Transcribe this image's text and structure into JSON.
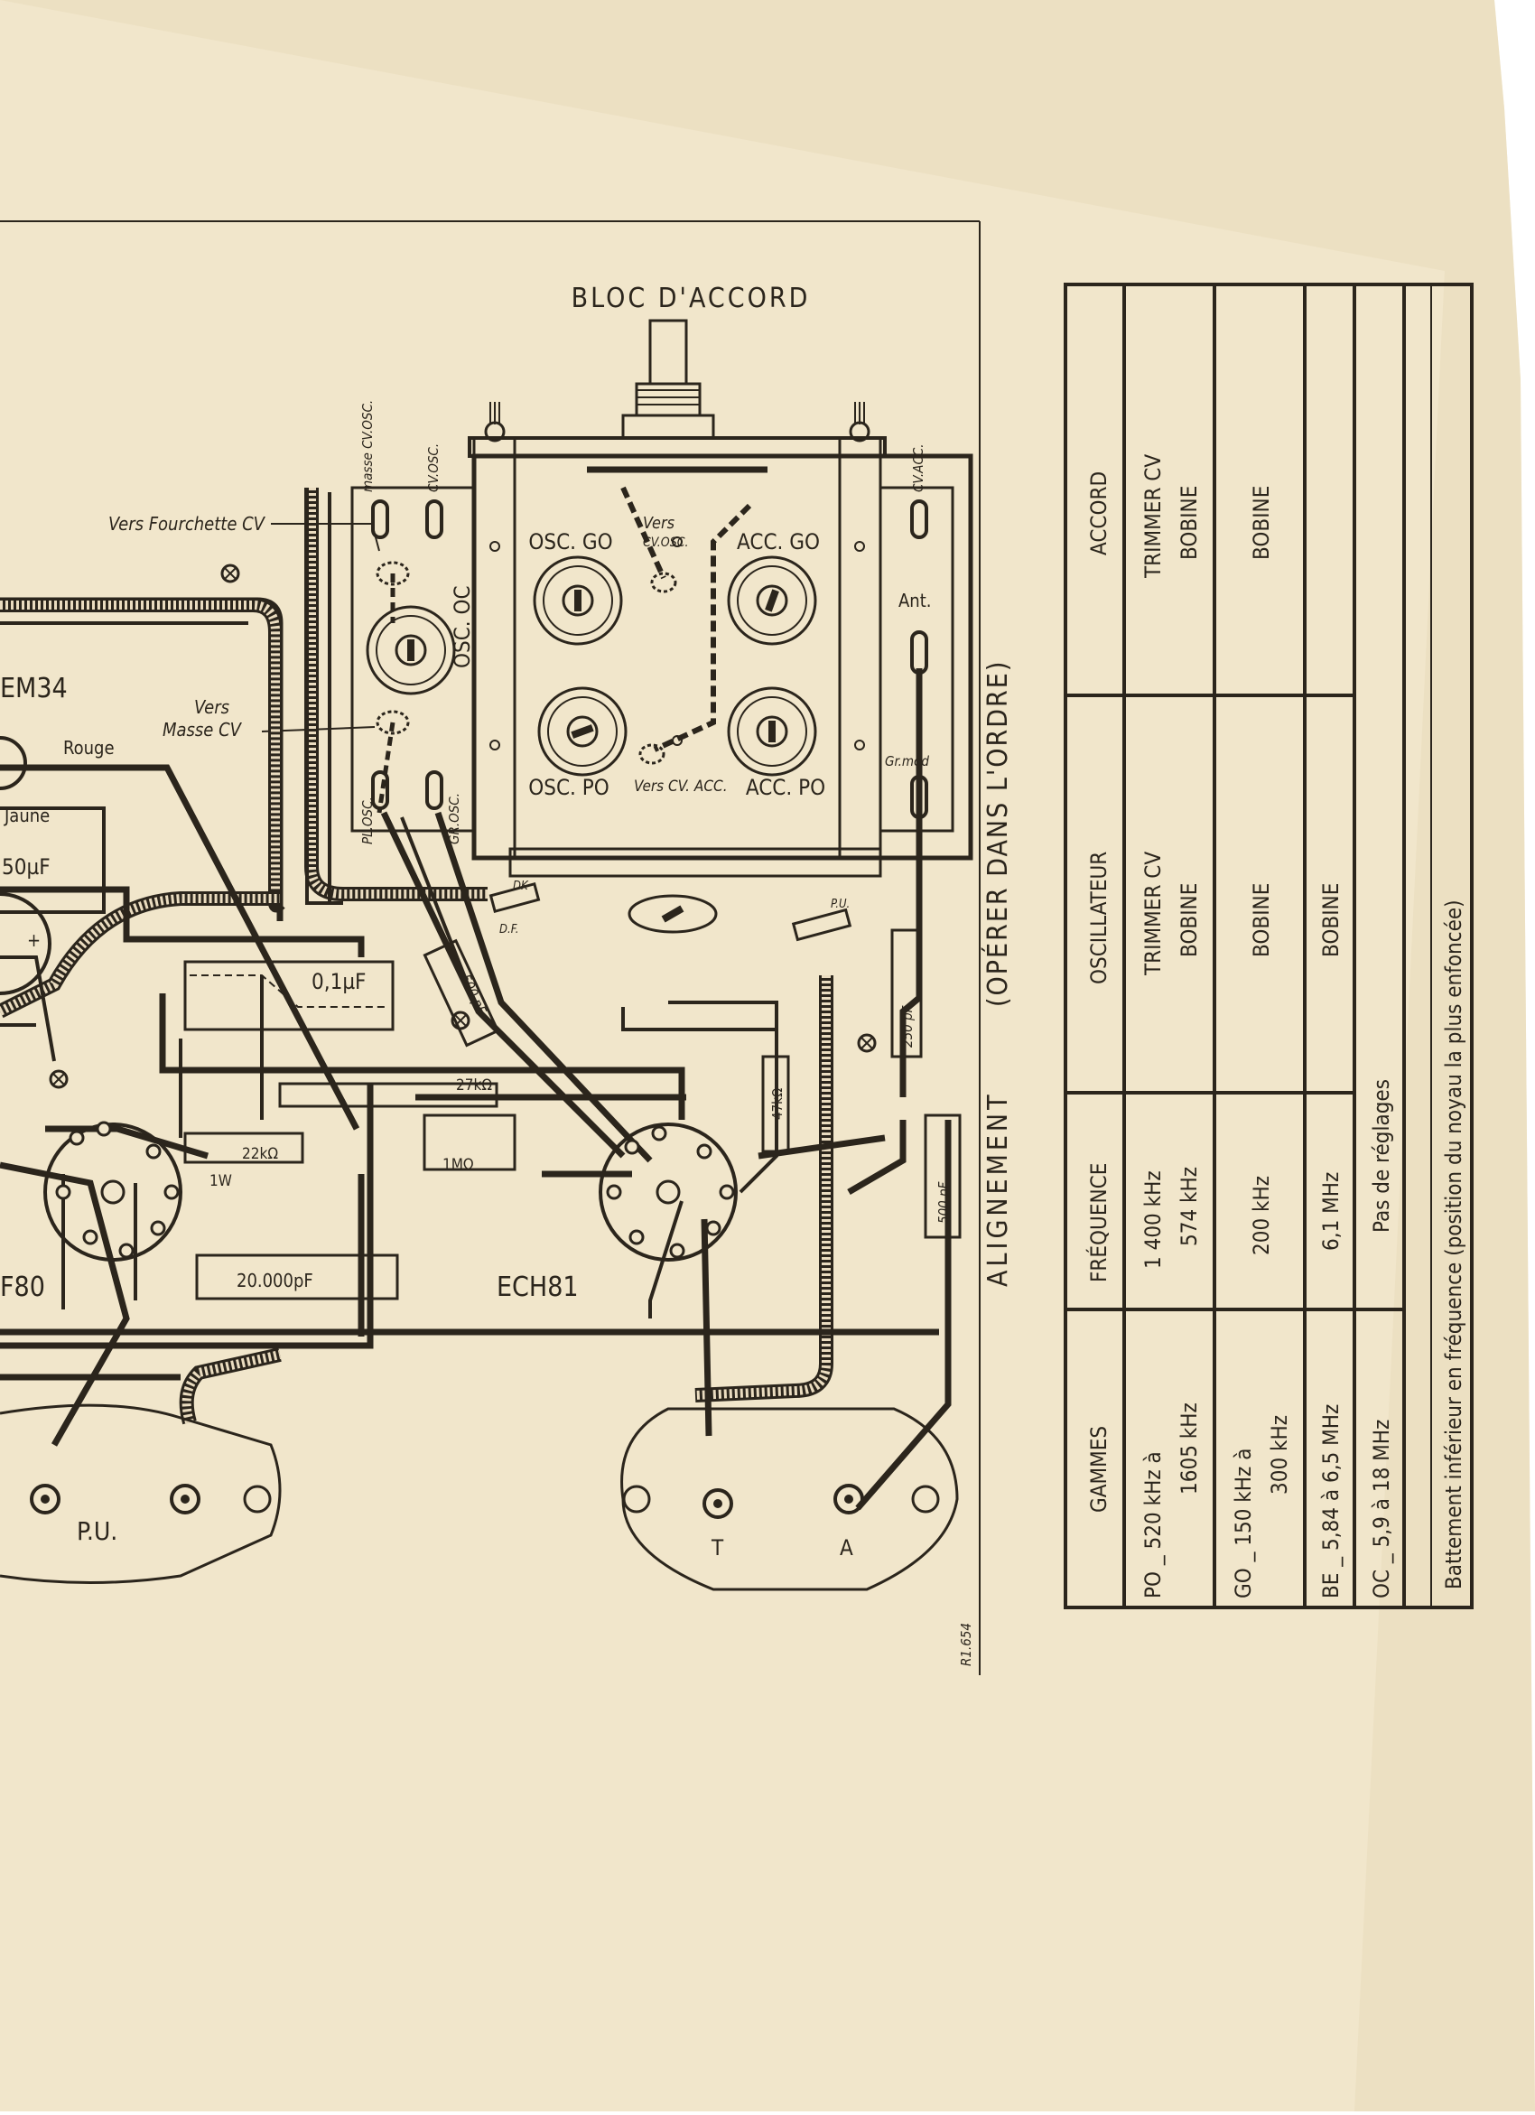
{
  "schematic": {
    "title": "BLOC D'ACCORD",
    "drawing_ref": "R1.654",
    "tubes": [
      "EM34",
      "ECH81",
      "F80"
    ],
    "block_terminals": {
      "masse_cv_osc": "masse CV.OSC.",
      "cv_osc": "CV.OSC.",
      "cv_acc": "CV.ACC.",
      "ant": "Ant.",
      "gr_mod": "Gr.mod",
      "pl_osc": "PL.OSC.",
      "gr_osc": "GR.OSC."
    },
    "coils": [
      "OSC. GO",
      "ACC. GO",
      "OSC. PO",
      "ACC. PO",
      "OSC. OC"
    ],
    "notes": {
      "vers_fourchette": "Vers Fourchette CV",
      "vers_masse_cv_1": "Vers",
      "vers_masse_cv_2": "Masse CV",
      "vers_cv_osc_1": "Vers",
      "vers_cv_osc_2": "CV.OSC.",
      "vers_cv_acc": "Vers CV. ACC."
    },
    "wire_colors": [
      "Rouge",
      "Jaune"
    ],
    "components": {
      "c1": "0,1µF",
      "c2": "20.000pF",
      "c3": "500 pF",
      "c4": "250 pF",
      "c5": "500 pF",
      "c6": "50µF",
      "r1": "27kΩ",
      "r2": "22kΩ",
      "r3": "1MΩ",
      "r4": "47kΩ",
      "r1w": "1W"
    },
    "misc": {
      "pu_small": "P.U.",
      "df": "D.F.",
      "dk": "DK"
    },
    "connectors": {
      "pu": "P.U.",
      "t": "T",
      "a": "A"
    }
  },
  "alignment": {
    "title": "ALIGNEMENT",
    "subtitle": "(OPÉRER DANS L'ORDRE)",
    "headers": [
      "GAMMES",
      "FRÉQUENCE",
      "OSCILLATEUR",
      "ACCORD"
    ],
    "rows": [
      {
        "gamme": [
          "PO _ 520 kHz à",
          "1605 kHz"
        ],
        "frequence": [
          "1 400 kHz",
          "574 kHz"
        ],
        "oscillateur": [
          "TRIMMER CV",
          "BOBINE"
        ],
        "accord": [
          "TRIMMER CV",
          "BOBINE"
        ]
      },
      {
        "gamme": [
          "GO _ 150 kHz à",
          "300 kHz"
        ],
        "frequence": [
          "200 kHz"
        ],
        "oscillateur": [
          "BOBINE"
        ],
        "accord": [
          "BOBINE"
        ]
      },
      {
        "gamme": [
          "BE _ 5,84 à 6,5 MHz"
        ],
        "frequence": [
          "6,1 MHz"
        ],
        "oscillateur": [
          "BOBINE"
        ],
        "accord": [
          ""
        ]
      },
      {
        "gamme": [
          "OC _ 5,9 à 18 MHz"
        ],
        "frequence": [
          "Pas de réglages"
        ],
        "oscillateur": [],
        "accord": []
      }
    ],
    "footnote": "Battement inférieur en fréquence (position du noyau la plus enfoncée)"
  }
}
